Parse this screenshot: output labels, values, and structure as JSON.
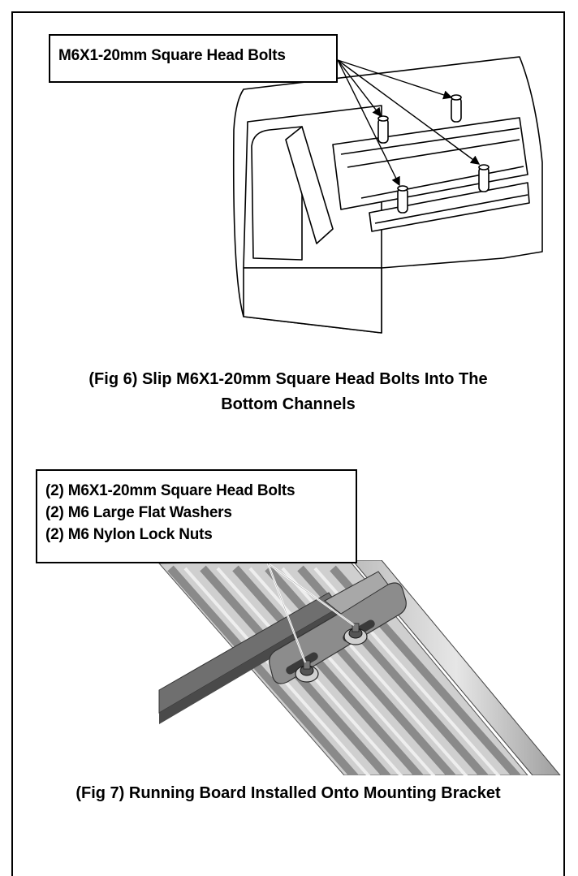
{
  "figure6": {
    "callout": "M6X1-20mm Square Head Bolts",
    "caption_line1": "(Fig 6) Slip M6X1-20mm Square Head Bolts Into The",
    "caption_line2": "Bottom Channels"
  },
  "figure7": {
    "callout_lines": [
      "(2) M6X1-20mm Square Head Bolts",
      "(2) M6 Large Flat Washers",
      "(2) M6 Nylon Lock Nuts"
    ],
    "caption": "(Fig 7) Running Board Installed Onto Mounting Bracket"
  },
  "colors": {
    "line": "#000000",
    "metal_light": "#d9d9d9",
    "metal_mid": "#9e9e9e",
    "metal_dark": "#5a5a5a"
  }
}
